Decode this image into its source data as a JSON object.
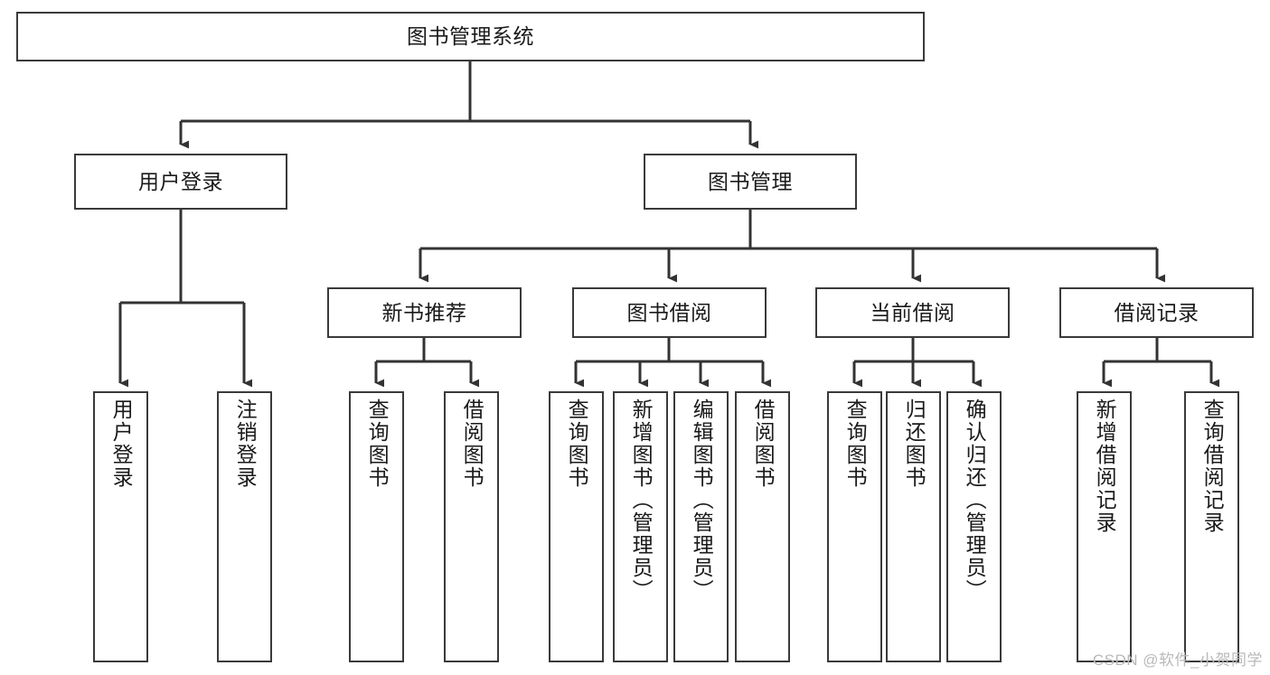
{
  "diagram": {
    "title": "图书管理系统",
    "type": "tree-hierarchy",
    "root": {
      "label": "图书管理系统"
    },
    "level2": [
      {
        "label": "用户登录"
      },
      {
        "label": "图书管理"
      }
    ],
    "level3": [
      {
        "label": "新书推荐"
      },
      {
        "label": "图书借阅"
      },
      {
        "label": "当前借阅"
      },
      {
        "label": "借阅记录"
      }
    ],
    "leaves": {
      "user_login": [
        {
          "label": "用户登录"
        },
        {
          "label": "注销登录"
        }
      ],
      "new_book_recommend": [
        {
          "label": "查询图书"
        },
        {
          "label": "借阅图书"
        }
      ],
      "book_borrow": [
        {
          "label": "查询图书"
        },
        {
          "label": "新增图书（管理员）"
        },
        {
          "label": "编辑图书（管理员）"
        },
        {
          "label": "借阅图书"
        }
      ],
      "current_borrow": [
        {
          "label": "查询图书"
        },
        {
          "label": "归还图书"
        },
        {
          "label": "确认归还（管理员）"
        }
      ],
      "borrow_record": [
        {
          "label": "新增借阅记录"
        },
        {
          "label": "查询借阅记录"
        }
      ]
    }
  },
  "watermark": {
    "text": "CSDN @软件_小贺同学"
  },
  "colors": {
    "border": "#3a3a3a",
    "connector": "#333333",
    "background": "#ffffff",
    "text": "#1a1a1a",
    "watermark": "#b9b9b9"
  }
}
